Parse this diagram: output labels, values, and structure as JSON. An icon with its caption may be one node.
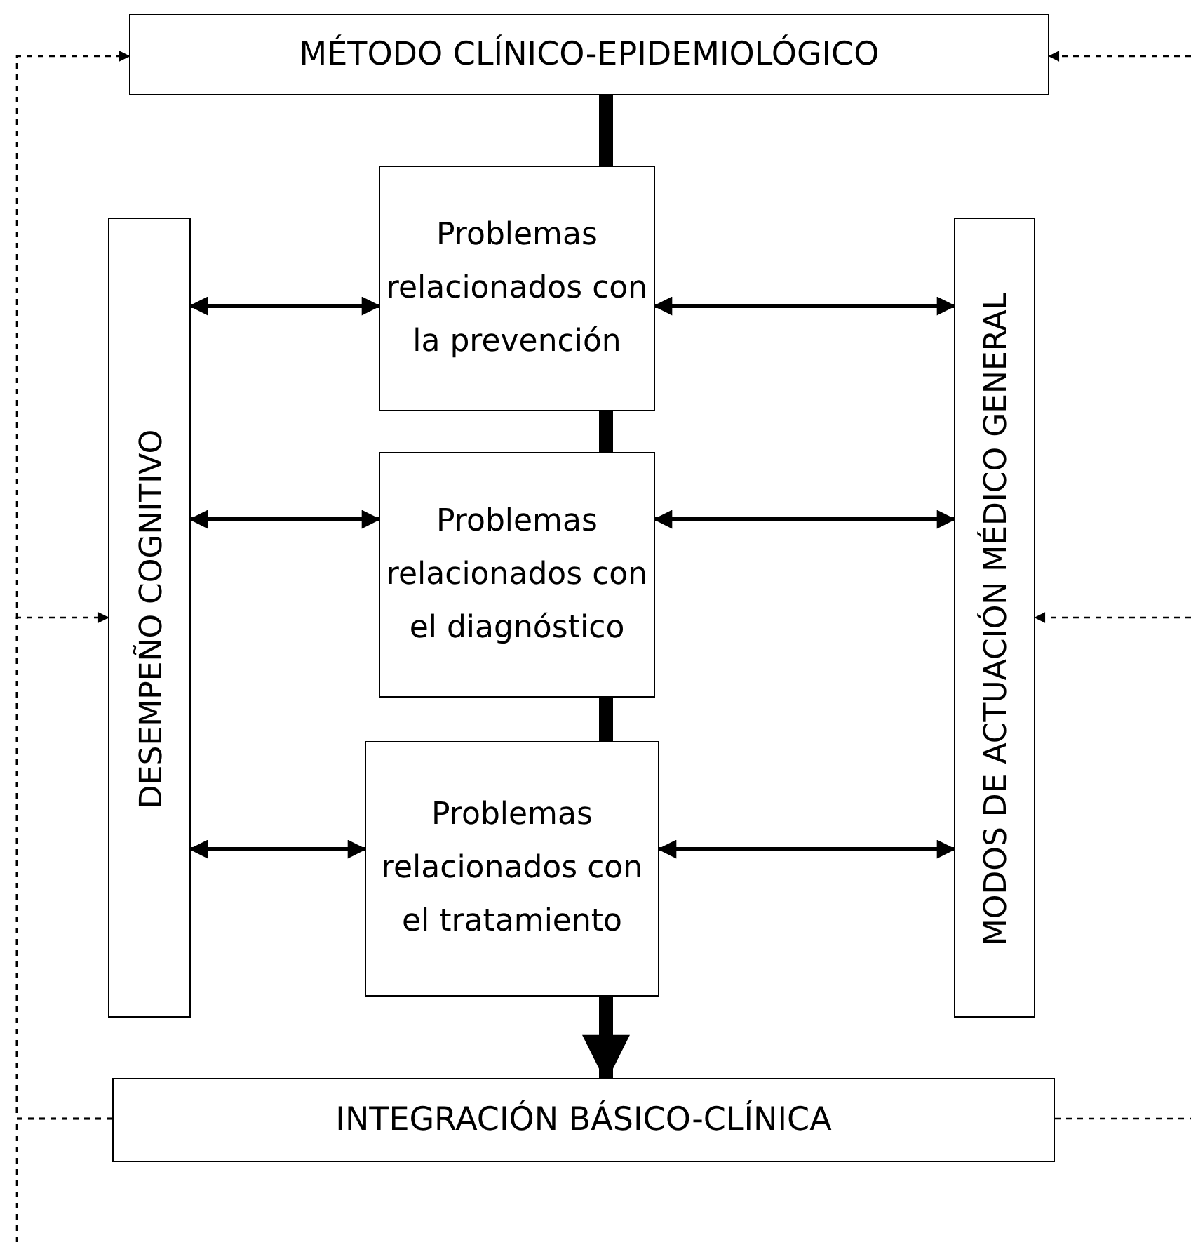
{
  "diagram": {
    "nodes": [
      {
        "text": [
          "MÉTODO CLÍNICO-EPIDEMIOLÓGICO"
        ]
      },
      {
        "text": [
          "DESEMPEÑO COGNITIVO"
        ]
      },
      {
        "text": [
          "Problemas relacionados con la prevención"
        ]
      },
      {
        "text": [
          "MODOS DE ACTUACIÓN MÉDICO GENERAL"
        ]
      },
      {
        "text": [
          "Problemas relacionados con el diagnóstico"
        ]
      },
      {
        "text": [
          "Problemas relacionados con el tratamiento"
        ]
      },
      {
        "text": [
          "INTEGRACIÓN BÁSICO-CLÍNICA"
        ]
      }
    ],
    "edges": [
      {
        "from": 0,
        "to": 2,
        "arrow": "none",
        "style": "thick"
      },
      {
        "from": 2,
        "to": 4,
        "arrow": "none",
        "style": "thick"
      },
      {
        "from": 4,
        "to": 5,
        "arrow": "none",
        "style": "thick"
      },
      {
        "from": 5,
        "to": 6,
        "arrow": "to",
        "style": "thick"
      },
      {
        "from": 1,
        "to": 2,
        "arrow": "both"
      },
      {
        "from": 2,
        "to": 3,
        "arrow": "both"
      },
      {
        "from": 1,
        "to": 4,
        "arrow": "both"
      },
      {
        "from": 4,
        "to": 3,
        "arrow": "both"
      },
      {
        "from": 1,
        "to": 5,
        "arrow": "both"
      },
      {
        "from": 5,
        "to": 3,
        "arrow": "both"
      },
      {
        "from": 6,
        "to": 0,
        "arrow": "to",
        "style": "dashed"
      },
      {
        "from": 6,
        "to": 1,
        "arrow": "to",
        "style": "dashed"
      },
      {
        "from": 6,
        "to": null,
        "arrow": "none",
        "style": "dashed"
      },
      {
        "from": null,
        "to": 0,
        "arrow": "to",
        "style": "dashed"
      },
      {
        "from": null,
        "to": 3,
        "arrow": "to",
        "style": "dashed"
      },
      {
        "from": 6,
        "to": null,
        "arrow": "none",
        "style": "dashed"
      }
    ]
  }
}
